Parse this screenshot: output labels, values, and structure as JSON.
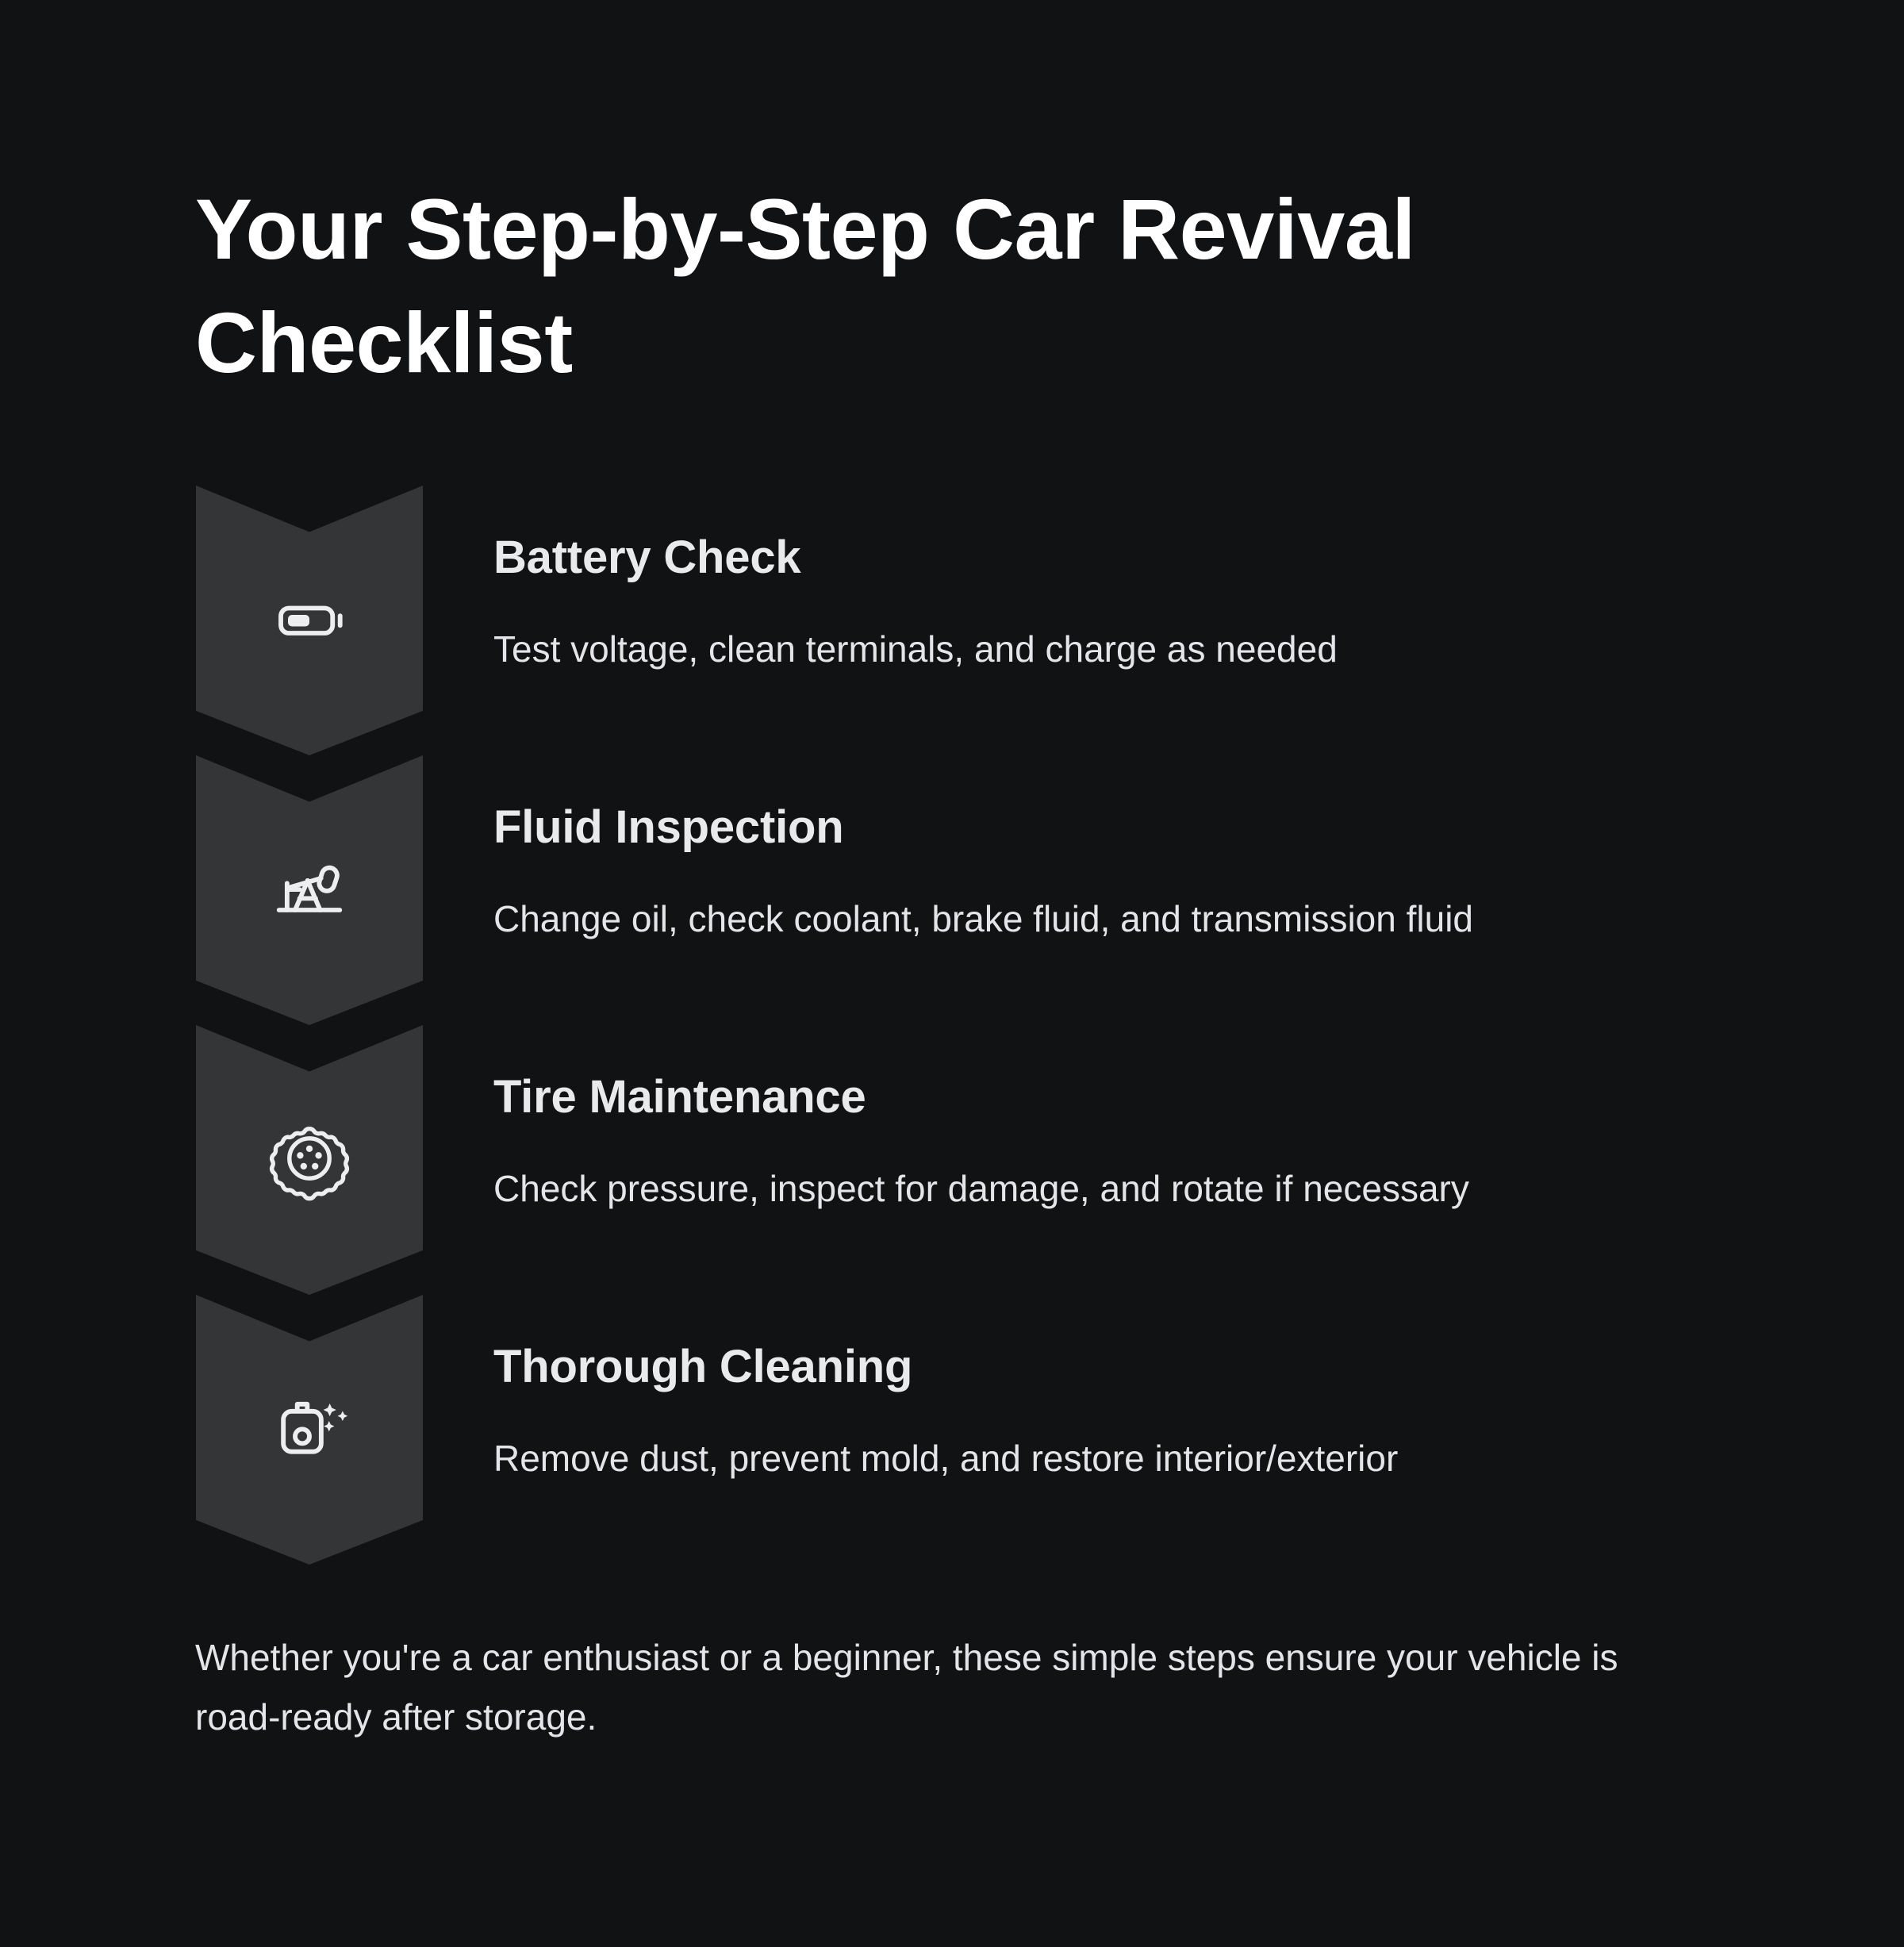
{
  "theme": {
    "background": "#111214",
    "badge_fill": "#333537",
    "title_color": "#ffffff",
    "heading_color": "#e9eaec",
    "body_color": "#e3e5e8",
    "icon_color": "#eceef0"
  },
  "header": {
    "title": "Your Step-by-Step Car Revival Checklist"
  },
  "steps": [
    {
      "icon": "battery-icon",
      "title": "Battery Check",
      "description": "Test voltage, clean terminals, and charge as needed"
    },
    {
      "icon": "oil-pumpjack-icon",
      "title": "Fluid Inspection",
      "description": "Change oil, check coolant, brake fluid, and transmission fluid"
    },
    {
      "icon": "tire-icon",
      "title": "Tire Maintenance",
      "description": "Check pressure, inspect for damage, and rotate if necessary"
    },
    {
      "icon": "spray-bottle-sparkle-icon",
      "title": "Thorough Cleaning",
      "description": "Remove dust, prevent mold, and restore interior/exterior"
    }
  ],
  "footer": {
    "note": "Whether you're a car enthusiast or a beginner, these simple steps ensure your vehicle is road-ready after storage."
  }
}
